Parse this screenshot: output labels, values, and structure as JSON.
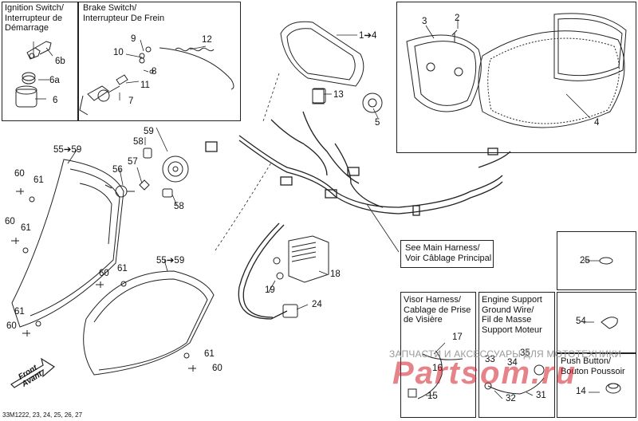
{
  "boxes": {
    "ignition": {
      "title": "Ignition Switch/\nInterrupteur de\nDémarrage"
    },
    "brake": {
      "title": "Brake Switch/\nInterrupteur De Frein"
    },
    "main_harness": {
      "title": "See Main Harness/\nVoir Câblage Principal"
    },
    "visor": {
      "title": "Visor Harness/\nCablage de Prise\nde Visière"
    },
    "engine": {
      "title": "Engine Support\nGround Wire/\nFil de Masse\nSupport Moteur"
    },
    "push": {
      "title": "Push Button/\nBouton Poussoir"
    }
  },
  "callouts": {
    "c1": "1➔4",
    "c2": "2",
    "c3": "3",
    "c4": "4",
    "c5": "5",
    "c6": "6",
    "c6a": "6a",
    "c6b": "6b",
    "c7": "7",
    "c8": "8",
    "c9": "9",
    "c10": "10",
    "c11": "11",
    "c12": "12",
    "c13": "13",
    "c14": "14",
    "c15": "15",
    "c16": "16",
    "c17": "17",
    "c18": "18",
    "c19": "19",
    "c24": "24",
    "c25": "25",
    "c31": "31",
    "c32": "32",
    "c33": "33",
    "c34": "34",
    "c35": "35",
    "c54": "54",
    "c55a": "55➔59",
    "c55b": "55➔59",
    "c56": "56",
    "c57": "57",
    "c58a": "58",
    "c58b": "58",
    "c59": "59",
    "c60a": "60",
    "c60b": "60",
    "c60c": "60",
    "c60d": "60",
    "c60e": "60",
    "c61a": "61",
    "c61b": "61",
    "c61c": "61",
    "c61d": "61",
    "c61e": "61"
  },
  "front_label": "Front\nAvant",
  "watermark": {
    "line1": "ЗАПЧАСТИ И АКСЕССУАРЫ ДЛЯ МОТОТЕХНИКИ",
    "line2": "Partsоm.ru"
  },
  "reference": "33M1222, 23, 24, 25, 26, 27"
}
